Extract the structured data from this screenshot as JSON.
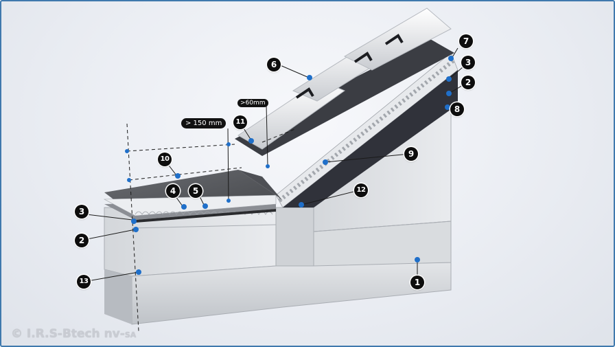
{
  "diagram": {
    "callouts": [
      {
        "id": "marker-1",
        "label": "1"
      },
      {
        "id": "marker-2-left",
        "label": "2"
      },
      {
        "id": "marker-2-right",
        "label": "2"
      },
      {
        "id": "marker-3-left",
        "label": "3"
      },
      {
        "id": "marker-3-right",
        "label": "3"
      },
      {
        "id": "marker-4",
        "label": "4"
      },
      {
        "id": "marker-5",
        "label": "5"
      },
      {
        "id": "marker-6",
        "label": "6"
      },
      {
        "id": "marker-7",
        "label": "7"
      },
      {
        "id": "marker-8",
        "label": "8"
      },
      {
        "id": "marker-9",
        "label": "9"
      },
      {
        "id": "marker-10",
        "label": "10"
      },
      {
        "id": "marker-11",
        "label": "11"
      },
      {
        "id": "marker-12",
        "label": "12"
      },
      {
        "id": "marker-13",
        "label": "13"
      }
    ],
    "dimensions": {
      "upstand_min": "> 150 mm",
      "overlap_min": ">60mm"
    },
    "copyright": {
      "main": "© I.R.S-Btech nv-",
      "suffix": "SA"
    },
    "colors": {
      "frame": "#3f79ad",
      "point": "#1f6fc9",
      "marker": "#0d0d0d",
      "concrete": "#cfd2d6",
      "membrane": "#55575c"
    }
  }
}
